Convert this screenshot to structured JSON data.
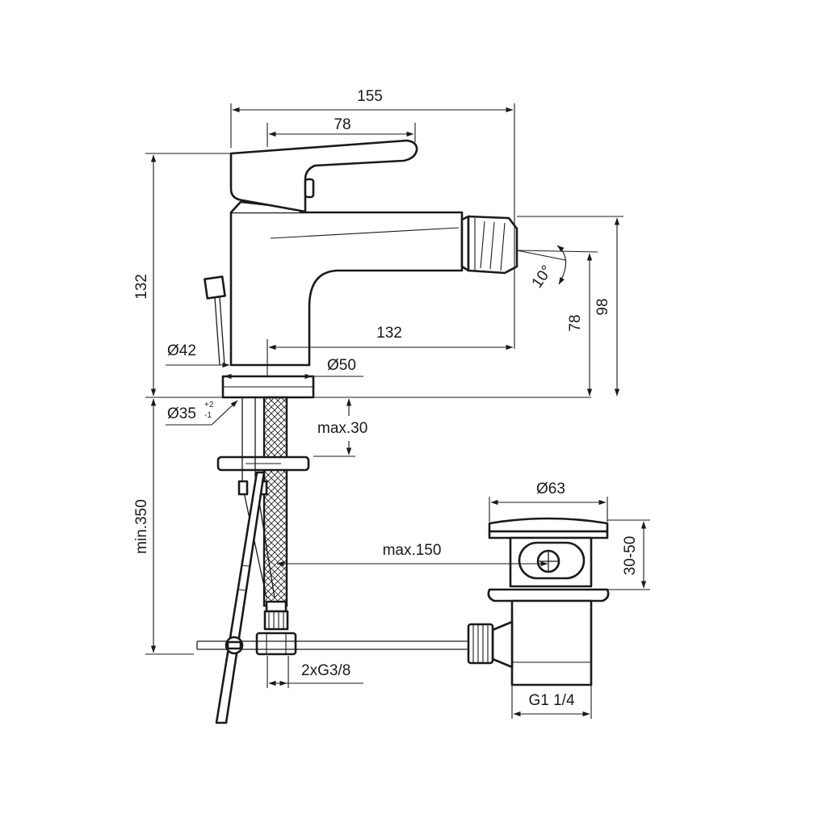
{
  "dimensions": {
    "total_width": "155",
    "handle_width": "78",
    "total_height": "132",
    "spout_reach": "132",
    "spout_height_78": "78",
    "spout_height_98": "98",
    "swivel_angle": "10°",
    "base_diameter_42": "Ø42",
    "base_diameter_50": "Ø50",
    "hole_diameter": "Ø35",
    "hole_tol_plus": "+2",
    "hole_tol_minus": "-1",
    "max_deck_thickness": "max.30",
    "min_hose_length": "min.350",
    "max_pop_up": "max.150",
    "waste_diameter": "Ø63",
    "waste_range": "30-50",
    "connections": "2xG3/8",
    "waste_thread": "G1 1/4"
  },
  "colors": {
    "line": "#1a1a1a",
    "background": "#ffffff"
  }
}
